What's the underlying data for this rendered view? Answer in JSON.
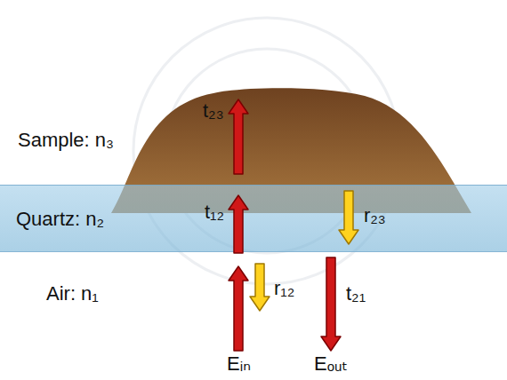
{
  "diagram": {
    "nodes": [
      {
        "text": [
          "Quartz: n₂"
        ]
      }
    ],
    "labels": [
      "Sample: n₃",
      "Air: n₁",
      "t₂₃",
      "t₁₂",
      "r₁₂",
      "r₂₃",
      "t₂₁",
      "Eᵢₙ",
      "Eₒᵤₜ"
    ]
  }
}
